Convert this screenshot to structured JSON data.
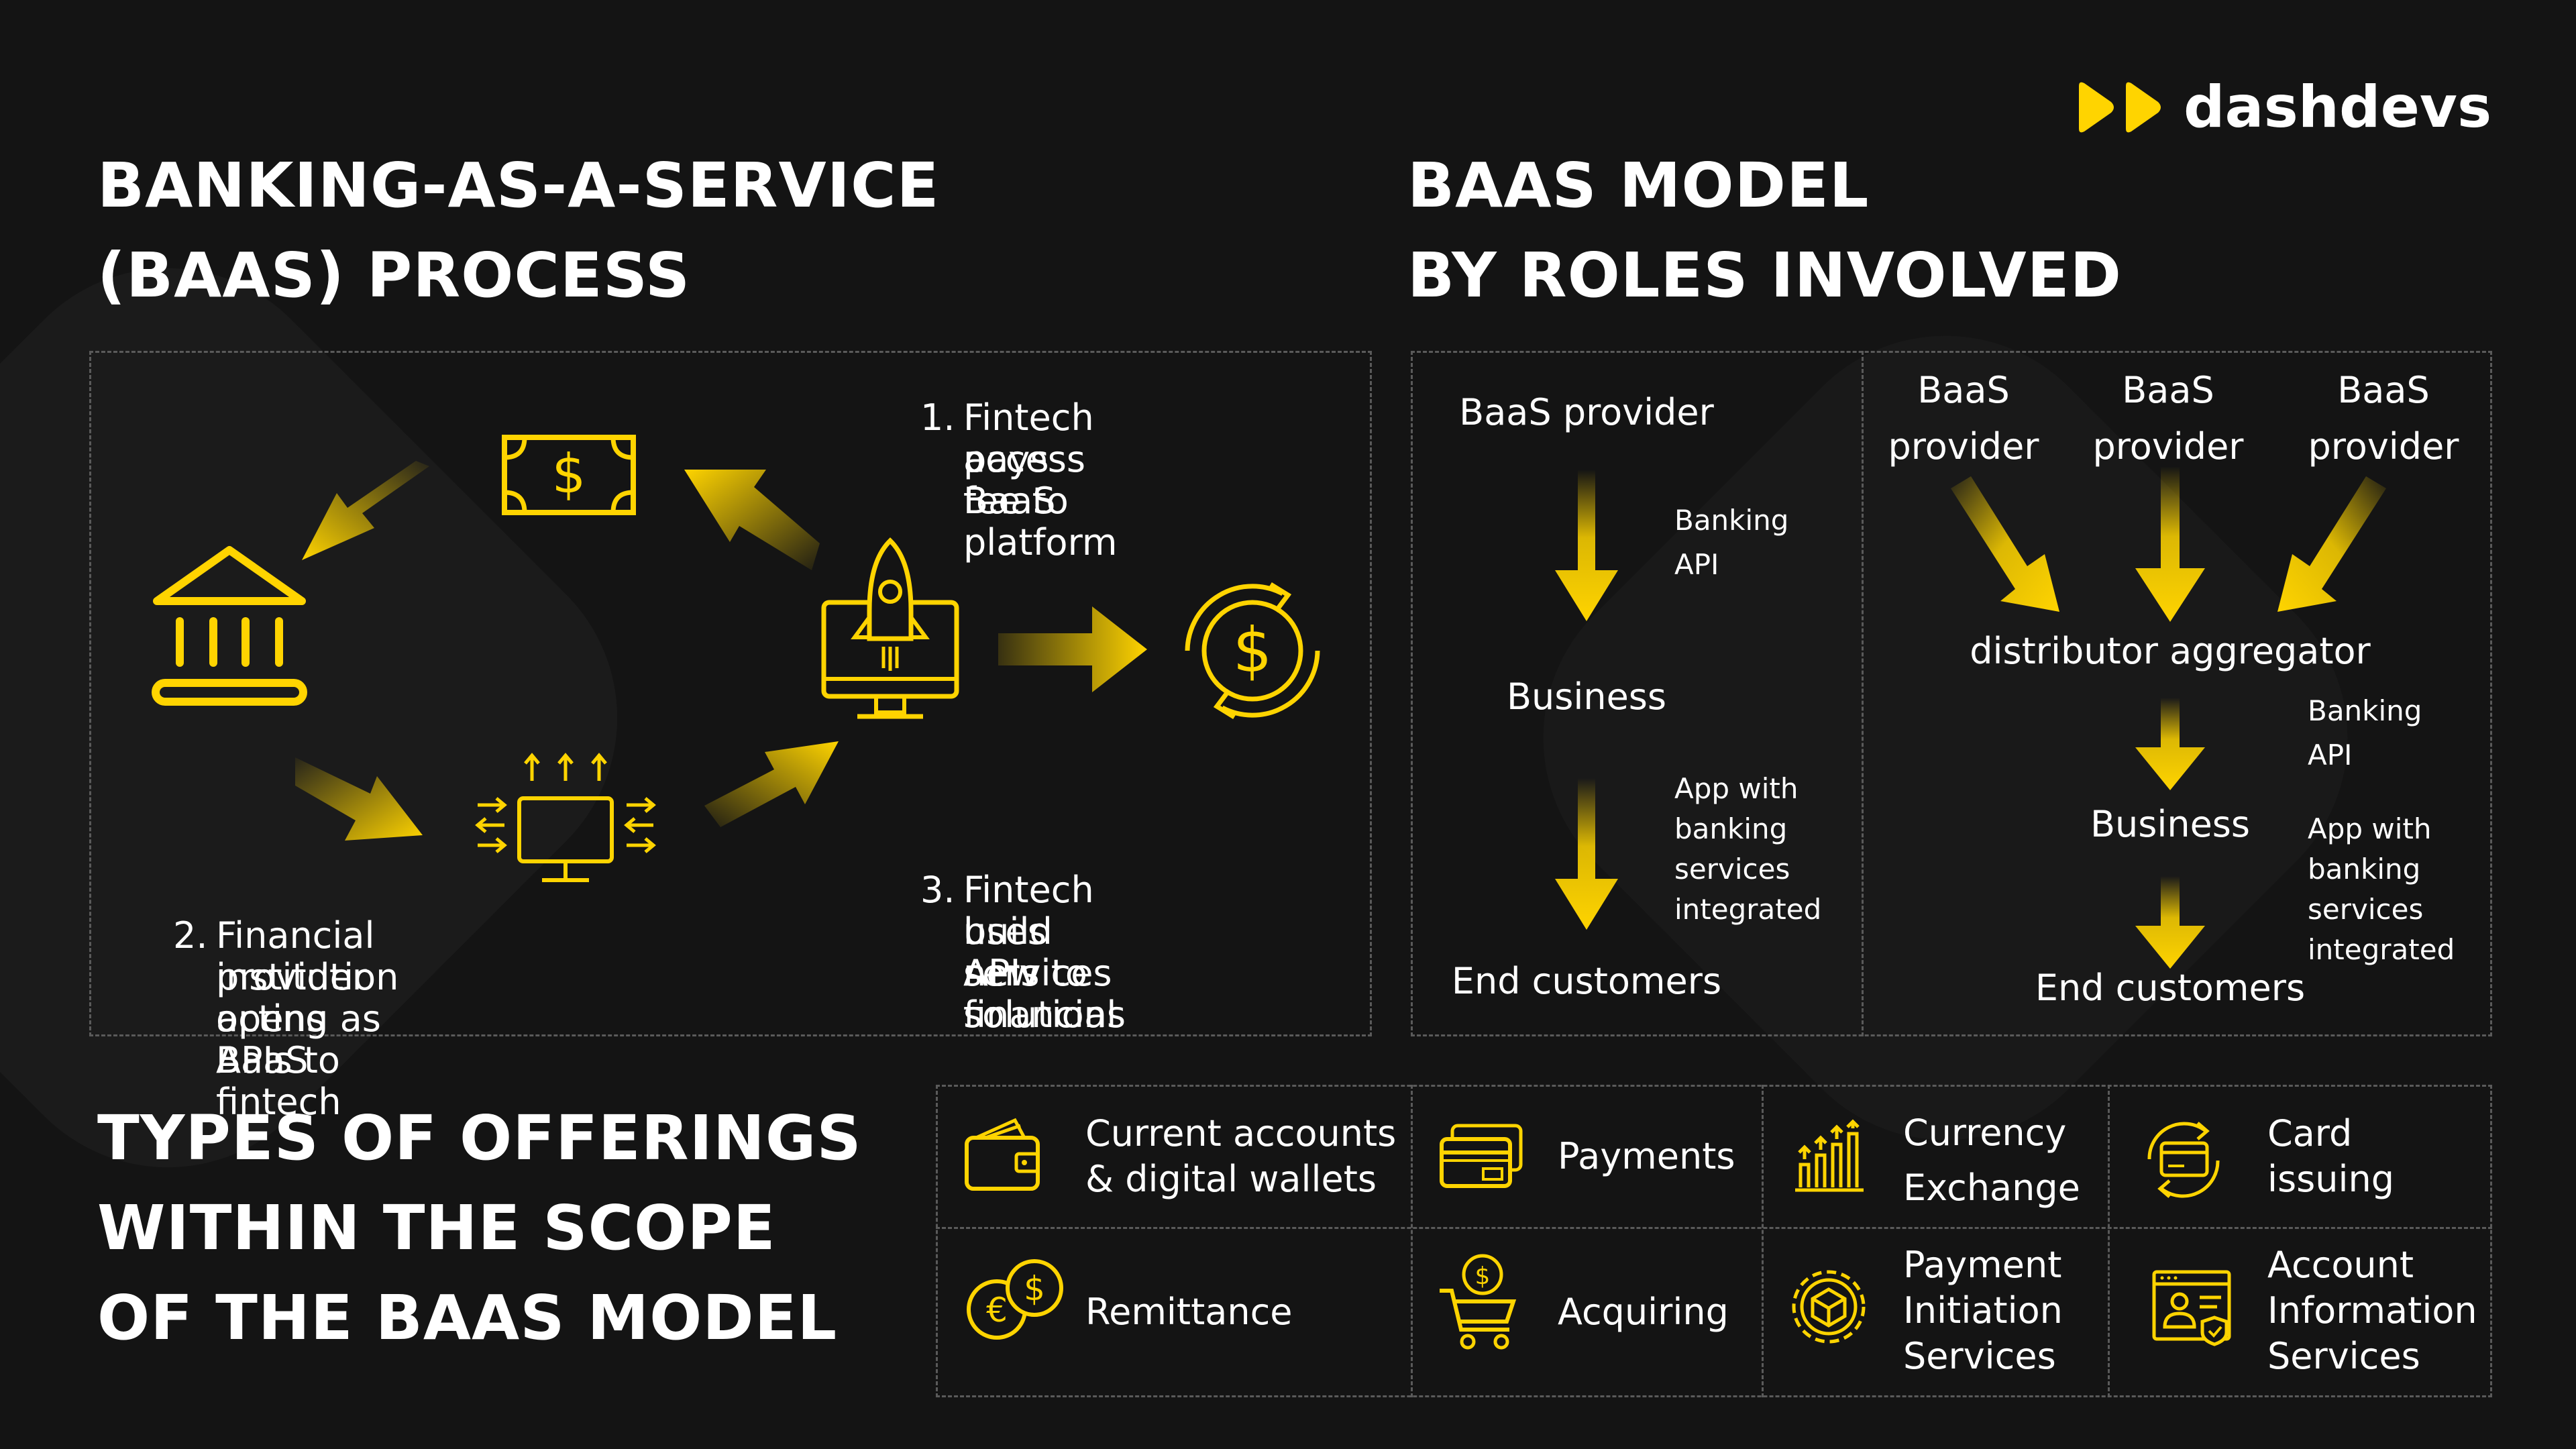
{
  "logo": {
    "text": "dashdevs"
  },
  "colors": {
    "accent": "#ffd400",
    "background": "#141414",
    "text": "#ffffff",
    "border": "#5a5a5a"
  },
  "process": {
    "title_line1": "BANKING-AS-A-SERVICE",
    "title_line2": "(BAAS) PROCESS",
    "step1": {
      "num": "1.",
      "line1": "Fintech pays fee to",
      "line2": "access BaaS platform"
    },
    "step2": {
      "num": "2.",
      "line1": "Financial institution acting as BaaS",
      "line2": "provider opens APIs to fintech"
    },
    "step3": {
      "num": "3.",
      "line1": "Fintech uses APIs to",
      "line2": "build new financial",
      "line3": "services solutions"
    },
    "icons": [
      "money-bill-icon",
      "bank-icon",
      "api-monitor-icon",
      "rocket-monitor-icon",
      "dollar-cycle-icon"
    ]
  },
  "model": {
    "title_line1": "BAAS MODEL",
    "title_line2": "BY ROLES INVOLVED",
    "simple": {
      "provider": "BaaS provider",
      "api_line1": "Banking",
      "api_line2": "API",
      "business": "Business",
      "app_line1": "App with",
      "app_line2": "banking",
      "app_line3": "services",
      "app_line4": "integrated",
      "end": "End customers"
    },
    "aggregator": {
      "providers": [
        {
          "line1": "BaaS",
          "line2": "provider"
        },
        {
          "line1": "BaaS",
          "line2": "provider"
        },
        {
          "line1": "BaaS",
          "line2": "provider"
        }
      ],
      "distributor": "distributor aggregator",
      "api_line1": "Banking",
      "api_line2": "API",
      "business": "Business",
      "app_line1": "App with",
      "app_line2": "banking",
      "app_line3": "services",
      "app_line4": "integrated",
      "end": "End customers"
    }
  },
  "offerings": {
    "title_line1": "TYPES OF OFFERINGS",
    "title_line2": "WITHIN THE SCOPE",
    "title_line3": "OF THE BAAS MODEL",
    "items": [
      {
        "icon": "wallet-icon",
        "line1": "Current accounts",
        "line2": "& digital wallets"
      },
      {
        "icon": "cards-icon",
        "line1": "Payments"
      },
      {
        "icon": "chart-arrows-icon",
        "line1": "Currency",
        "line2": "Exchange"
      },
      {
        "icon": "card-cycle-icon",
        "line1": "Card",
        "line2": "issuing"
      },
      {
        "icon": "coins-icon",
        "line1": "Remittance"
      },
      {
        "icon": "cart-icon",
        "line1": "Acquiring"
      },
      {
        "icon": "gear-cube-icon",
        "line1": "Payment",
        "line2": "Initiation",
        "line3": "Services"
      },
      {
        "icon": "account-info-icon",
        "line1": "Account",
        "line2": "Information",
        "line3": "Services"
      }
    ]
  }
}
